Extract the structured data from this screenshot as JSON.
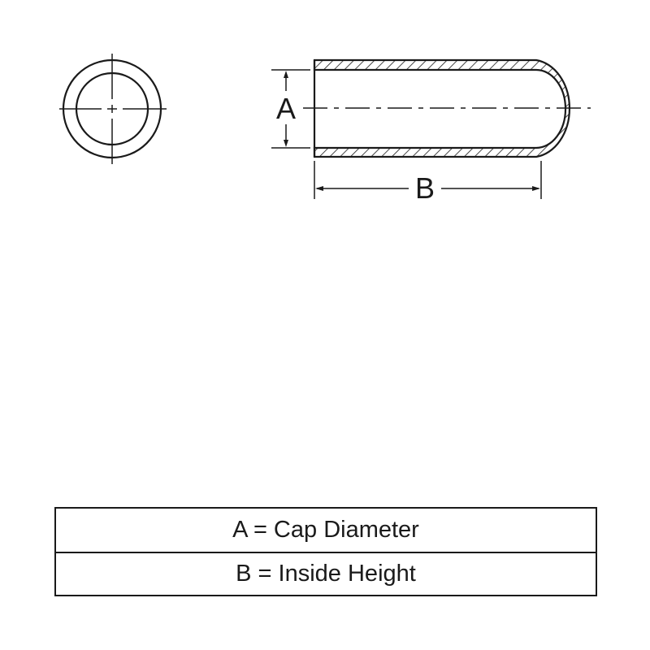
{
  "diagram": {
    "end_view": {
      "label": "end-view-circle"
    },
    "side_view": {
      "dimension_a_label": "A",
      "dimension_b_label": "B"
    }
  },
  "legend": {
    "rows": [
      {
        "text": "A = Cap Diameter"
      },
      {
        "text": "B = Inside Height"
      }
    ]
  },
  "colors": {
    "line": "#1a1a1a",
    "background": "#ffffff"
  }
}
